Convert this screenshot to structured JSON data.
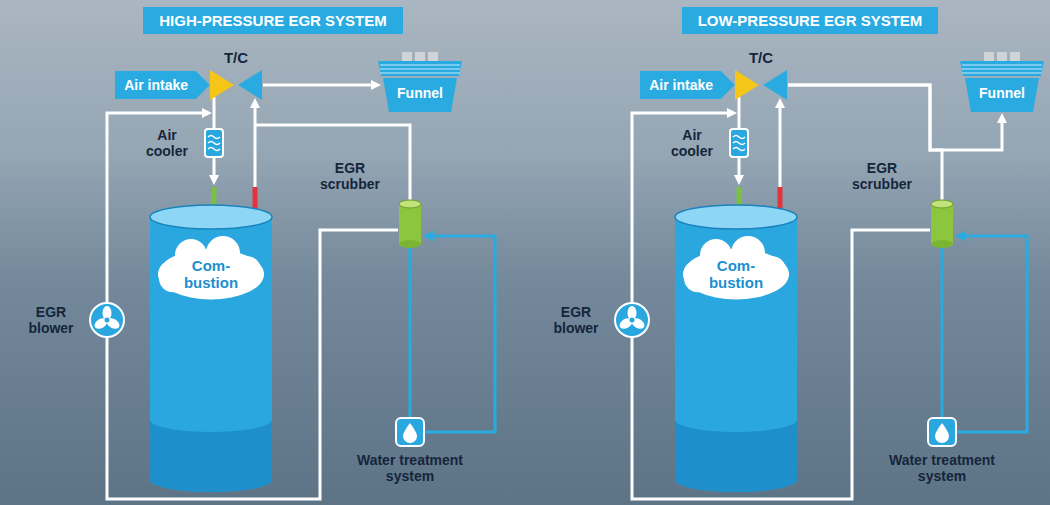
{
  "diagram": {
    "nodes": [
      {
        "text": [
          "HIGH-PRESSURE EGR SYSTEM"
        ]
      },
      {
        "text": [
          "Air intake"
        ]
      },
      {
        "text": [
          "T/C"
        ]
      },
      {
        "text": [
          "Funnel"
        ]
      },
      {
        "text": [
          "Air cooler"
        ]
      },
      {
        "text": [
          "EGR blower"
        ]
      },
      {
        "text": [
          "Com- bustion"
        ]
      },
      {
        "text": [
          "EGR scrubber"
        ]
      },
      {
        "text": [
          "Water treatment system"
        ]
      },
      {
        "text": [
          "LOW-PRESSURE EGR SYSTEM"
        ]
      },
      {
        "text": [
          "Air intake"
        ]
      },
      {
        "text": [
          "T/C"
        ]
      },
      {
        "text": [
          "Funnel"
        ]
      },
      {
        "text": [
          "Air cooler"
        ]
      },
      {
        "text": [
          "EGR blower"
        ]
      },
      {
        "text": [
          "Com- bustion"
        ]
      },
      {
        "text": [
          "EGR scrubber"
        ]
      },
      {
        "text": [
          "Water treatment system"
        ]
      }
    ],
    "edges": [
      {
        "from": 2,
        "to": 3,
        "arrow": "to"
      },
      {
        "from": 2,
        "to": 4,
        "arrow": "none"
      },
      {
        "from": 4,
        "to": 6,
        "arrow": "to"
      },
      {
        "from": 6,
        "to": 2,
        "arrow": "to"
      },
      {
        "from": 6,
        "to": 7,
        "arrow": "none"
      },
      {
        "from": 7,
        "to": 8,
        "arrow": "none"
      },
      {
        "from": 8,
        "to": 7,
        "arrow": "to"
      },
      {
        "from": 7,
        "to": 5,
        "arrow": "none"
      },
      {
        "from": 5,
        "to": 4,
        "arrow": "to"
      },
      {
        "from": 11,
        "to": 12,
        "arrow": "to"
      },
      {
        "from": 11,
        "to": 16,
        "arrow": "none"
      },
      {
        "from": 11,
        "to": 13,
        "arrow": "none"
      },
      {
        "from": 13,
        "to": 15,
        "arrow": "to"
      },
      {
        "from": 15,
        "to": 11,
        "arrow": "to"
      },
      {
        "from": 16,
        "to": 17,
        "arrow": "none"
      },
      {
        "from": 17,
        "to": 16,
        "arrow": "to"
      },
      {
        "from": 16,
        "to": 14,
        "arrow": "none"
      },
      {
        "from": 14,
        "to": 13,
        "arrow": "to"
      }
    ]
  }
}
